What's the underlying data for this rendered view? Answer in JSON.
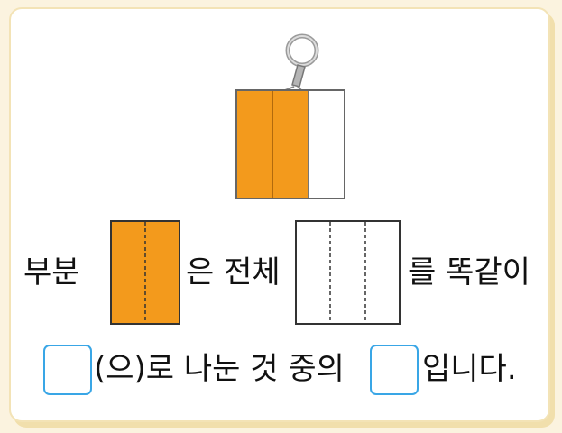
{
  "colors": {
    "orange": "#f39a1c",
    "answer_border": "#39a6e6",
    "card_border": "#f3e3b6",
    "background": "#fbf3df"
  },
  "figure": {
    "icon": "keychain-tag-icon",
    "total_parts": 3,
    "shaded_parts": 2
  },
  "sentence": {
    "part": "부분",
    "eun": "은 전체",
    "equal": "를 똑같이",
    "divided": "(으)로 나눈 것 중의",
    "is": "입니다."
  },
  "part_figure": {
    "dashed_divisions": 2
  },
  "whole_figure": {
    "dashed_divisions": 3
  },
  "answers": {
    "denominator": "",
    "numerator": ""
  }
}
